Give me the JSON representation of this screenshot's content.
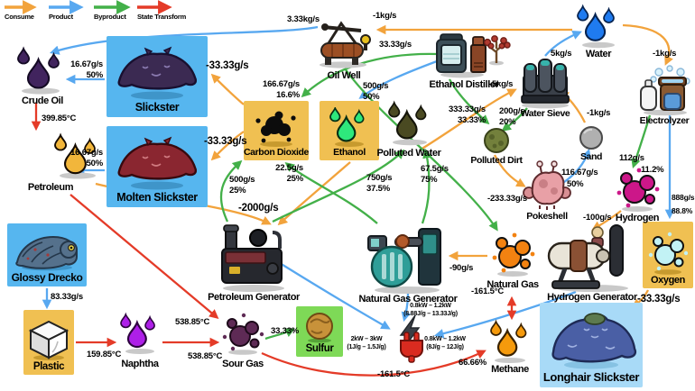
{
  "legend": {
    "consume": "Consume",
    "product": "Product",
    "byproduct": "Byproduct",
    "state_transform": "State Transform"
  },
  "colors": {
    "consume": "#F2A33C",
    "product": "#58A8F0",
    "byproduct": "#43B049",
    "state_transform": "#E43B28",
    "card_creature": "#56B6EF",
    "card_resource": "#F0C052",
    "card_sulfur": "#7ED957",
    "card_longhair": "#A8DAF7"
  },
  "nodes": {
    "crude_oil": "Crude Oil",
    "slickster": "Slickster",
    "molten_slickster": "Molten Slickster",
    "petroleum": "Petroleum",
    "carbon_dioxide": "Carbon Dioxide",
    "ethanol": "Ethanol",
    "polluted_water": "Polluted Water",
    "oil_well": "Oil Well",
    "ethanol_distiller": "Ethanol Distiller",
    "water_sieve": "Water Sieve",
    "water": "Water",
    "electrolyzer": "Electrolyzer",
    "polluted_dirt": "Polluted Dirt",
    "sand": "Sand",
    "pokeshell": "Pokeshell",
    "hydrogen": "Hydrogen",
    "oxygen": "Oxygen",
    "natural_gas": "Natural Gas",
    "hydrogen_generator": "Hydrogen Generator",
    "natural_gas_generator": "Natural Gas Generator",
    "petroleum_generator": "Petroleum Generator",
    "glossy_drecko": "Glossy Drecko",
    "plastic": "Plastic",
    "naphtha": "Naphtha",
    "sour_gas": "Sour Gas",
    "sulfur": "Sulfur",
    "methane": "Methane",
    "longhair_slickster": "Longhair Slickster"
  },
  "flows": {
    "oilwell_crude": "3.33kg/s",
    "water_oilwell": "-1kg/s",
    "oilwell_ng": "33.33g/s",
    "slickster_crude_rate": "16.67g/s",
    "slickster_crude_pct": "50%",
    "crude_petroleum_temp": "399.85°C",
    "co2_slickster": "-33.33g/s",
    "co2_molten": "-33.33g/s",
    "molten_petroleum_rate": "16.67g/s",
    "molten_petroleum_pct": "50%",
    "distiller_co2_rate": "166.67g/s",
    "distiller_co2_pct": "16.6%",
    "distiller_ethanol_rate": "500g/s",
    "distiller_ethanol_pct": "50%",
    "distiller_pdirt_rate": "333.33g/s",
    "distiller_pdirt_pct": "33.33%",
    "sieve_pdirt_rate": "200g/s",
    "sieve_pdirt_pct": "20%",
    "pwater_sieve": "-5kg/s",
    "sieve_water": "5kg/s",
    "water_electrolyzer": "-1kg/s",
    "sand_sieve": "-1kg/s",
    "electrolyzer_h2_rate": "112g/s",
    "electrolyzer_h2_pct": "11.2%",
    "electrolyzer_o2_rate": "888g/s",
    "electrolyzer_o2_pct": "88.8%",
    "pokeshell_sand_rate": "116.67g/s",
    "pokeshell_sand_pct": "50%",
    "pdirt_pokeshell": "-233.33g/s",
    "h2_generator": "-100g/s",
    "o2_longhair": "-33.33g/s",
    "ng_generator": "-90g/s",
    "ng_methane_temp": "-161.5°C",
    "ngg_co2_rate": "22.5g/s",
    "ngg_co2_pct": "25%",
    "petgen_co2_rate": "500g/s",
    "petgen_co2_pct": "25%",
    "petgen_pwater_rate": "750g/s",
    "petgen_pwater_pct": "37.5%",
    "ngg_pwater_rate": "67.5g/s",
    "ngg_pwater_pct": "75%",
    "fuel_petgen": "-2000g/s",
    "drecko_plastic": "83.33g/s",
    "plastic_naphtha_temp": "159.85°C",
    "petroleum_sourgas_temp": "538.85°C",
    "naphtha_sourgas_temp": "538.85°C",
    "sourgas_sulfur_pct": "33.33%",
    "sourgas_methane_pct": "66.66%",
    "sourgas_methane_temp": "-161.5°C",
    "petgen_power_1": "2kW – 3kW",
    "petgen_power_2": "(1J/g – 1.5J/g)",
    "ngg_power_1": "0.8kW – 1.2kW",
    "ngg_power_2": "(8.88J/g – 13.33J/g)",
    "h2gen_power_1": "0.8kW – 1.2kW",
    "h2gen_power_2": "(8J/g – 12J/g)"
  }
}
